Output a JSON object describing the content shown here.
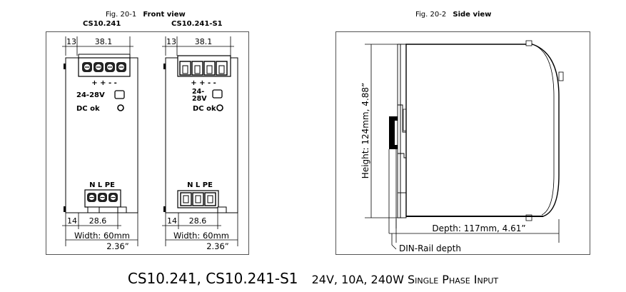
{
  "fig1": {
    "caption_num": "Fig. 20-1",
    "caption_title": "Front view",
    "model_a": "CS10.241",
    "model_b": "CS10.241-S1"
  },
  "fig2": {
    "caption_num": "Fig. 20-2",
    "caption_title": "Side view"
  },
  "front_a": {
    "dim_left": "13",
    "dim_top": "38.1",
    "terminals_top": "+ + - -",
    "voltage_label": "24-28V",
    "dc_ok_label": "DC ok",
    "terminals_bottom": "N  L  PE",
    "dim_left_bottom": "14",
    "dim_bottom": "28.6",
    "width_mm": "Width: 60mm",
    "width_in": "2.36”"
  },
  "front_b": {
    "dim_left": "13",
    "dim_top": "38.1",
    "terminals_top": "+ + - -",
    "voltage_label_1": "24-",
    "voltage_label_2": "28V",
    "dc_ok_label": "DC ok",
    "terminals_bottom": "N  L  PE",
    "dim_left_bottom": "14",
    "dim_bottom": "28.6",
    "width_mm": "Width: 60mm",
    "width_in": "2.36”"
  },
  "side": {
    "height_label": "Height: 124mm,  4.88”",
    "depth_label": "Depth: 117mm,  4.61”",
    "din_label": "DIN-Rail depth"
  },
  "footer": {
    "models": "CS10.241, CS10.241-S1",
    "spec": "24V, 10A, 240W Single Phase Input"
  }
}
